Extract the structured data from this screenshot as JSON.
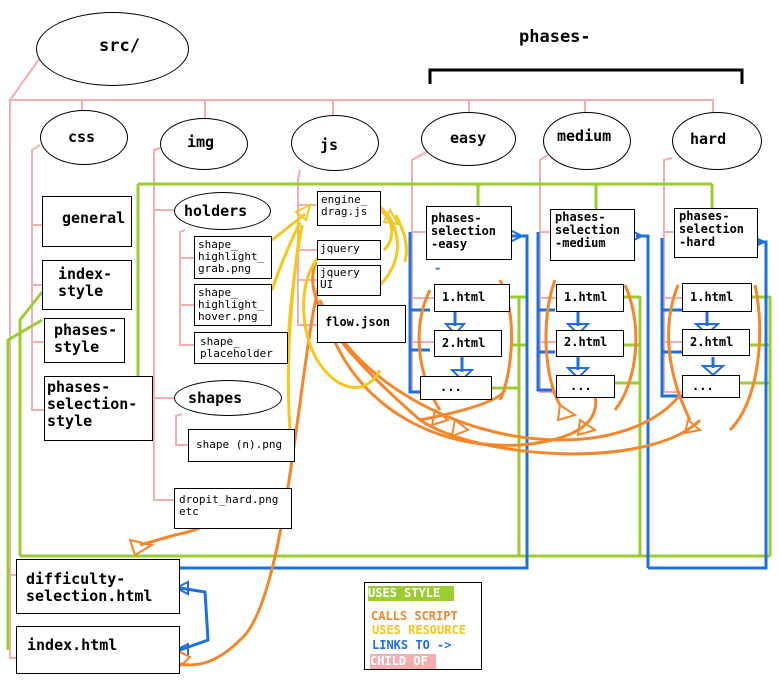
{
  "folders": {
    "src": "src/",
    "css": "css",
    "img": "img",
    "js": "js",
    "easy": "easy",
    "medium": "medium",
    "hard": "hard",
    "holders": "holders",
    "shapes": "shapes"
  },
  "phases_label": "phases-",
  "css_files": {
    "general": "general",
    "index_style": "index-\nstyle",
    "phases_style": "phases-\nstyle",
    "phases_selection_style": "phases-\nselection-\nstyle"
  },
  "img_files": {
    "grab": "shape_\nhighlight_\ngrab.png",
    "hover": "shape_\nhighlight_\nhover.png",
    "placeholder": "shape_\nplaceholder",
    "shape_n": "shape (n).png",
    "dropit": "dropit_hard.png\netc"
  },
  "js_files": {
    "engine": "engine_\ndrag.js",
    "jquery": "jquery",
    "jquery_ui": "jquery\nUI",
    "flow": "flow.json"
  },
  "phases": {
    "easy": {
      "selection": "phases-\nselection\n-easy",
      "html1": "1.html",
      "html2": "2.html",
      "more": "...",
      "tick": "-"
    },
    "medium": {
      "selection": "phases-\nselection\n-medium",
      "html1": "1.html",
      "html2": "2.html",
      "more": "..."
    },
    "hard": {
      "selection": "phases-\nselection\n-hard",
      "html1": "1.html",
      "html2": "2.html",
      "more": "..."
    }
  },
  "pages": {
    "difficulty": "difficulty-\nselection.html",
    "index": "index.html"
  },
  "legend": {
    "uses_style": "USES STYLE",
    "calls_script": "CALLS SCRIPT",
    "uses_resource": "USES RESOURCE",
    "links_to": "LINKS TO ->",
    "child_of": "CHILD OF"
  },
  "colors": {
    "uses_style": "#9acd32",
    "calls_script": "#f5862a",
    "uses_resource": "#f5c61c",
    "links_to": "#1e6fe0",
    "child_of": "#f4aeb0",
    "legend_text_on_fill": "#ffffff"
  }
}
